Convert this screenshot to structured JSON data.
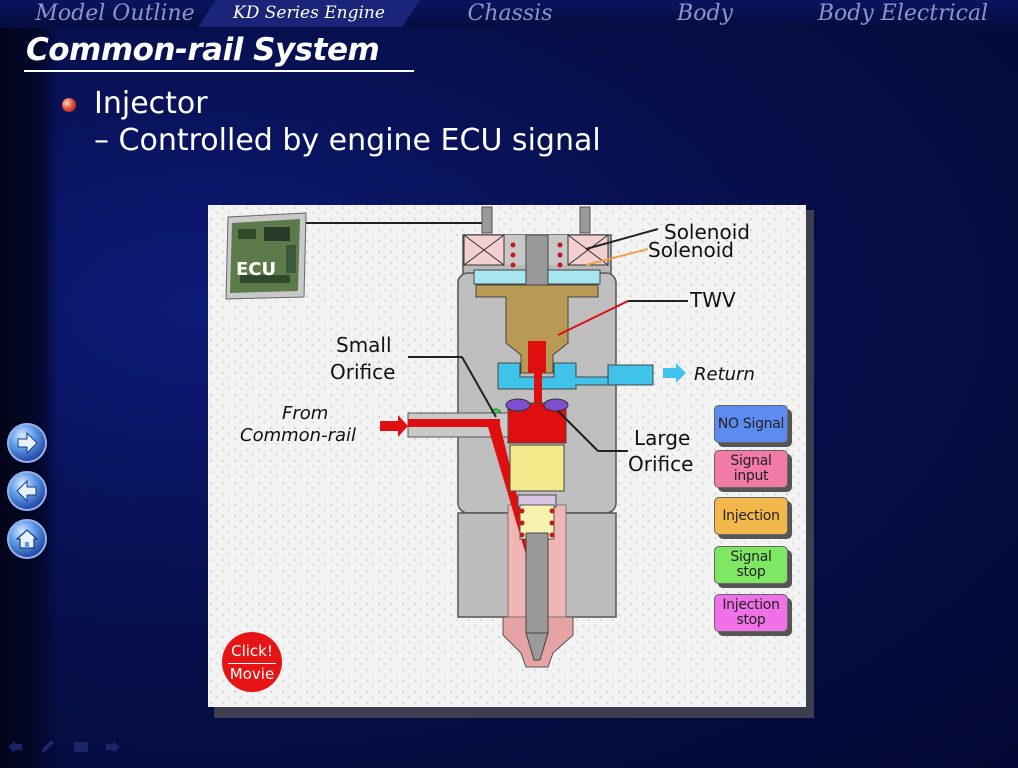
{
  "nav": {
    "tabs": [
      {
        "label": "Model Outline"
      },
      {
        "label": "KD Series Engine"
      },
      {
        "label": "Chassis"
      },
      {
        "label": "Body"
      },
      {
        "label": "Body Electrical"
      }
    ]
  },
  "slide": {
    "title": "Common-rail System",
    "bullet": "Injector",
    "subbullet": "– Controlled by engine ECU signal"
  },
  "diagram": {
    "labels": {
      "ecu": "ECU",
      "solenoid_1": "Solenoid",
      "solenoid_2": "Solenoid",
      "twv": "TWV",
      "small_orifice_1": "Small",
      "small_orifice_2": "Orifice",
      "return": "Return",
      "from_1": "From",
      "from_2": "Common-rail",
      "large_orifice_1": "Large",
      "large_orifice_2": "Orifice"
    },
    "legend": [
      {
        "label_1": "NO Signal",
        "label_2": "",
        "color": "#5c8cf0"
      },
      {
        "label_1": "Signal",
        "label_2": "input",
        "color": "#f27aa6"
      },
      {
        "label_1": "Injection",
        "label_2": "",
        "color": "#f2b84a"
      },
      {
        "label_1": "Signal",
        "label_2": "stop",
        "color": "#7ee862"
      },
      {
        "label_1": "Injection",
        "label_2": "stop",
        "color": "#f070e8"
      }
    ],
    "click_movie": {
      "line1": "Click!",
      "line2": "Movie"
    }
  },
  "sidenav": {
    "next": "next-arrow-icon",
    "previous": "previous-arrow-icon",
    "home": "home-icon"
  }
}
